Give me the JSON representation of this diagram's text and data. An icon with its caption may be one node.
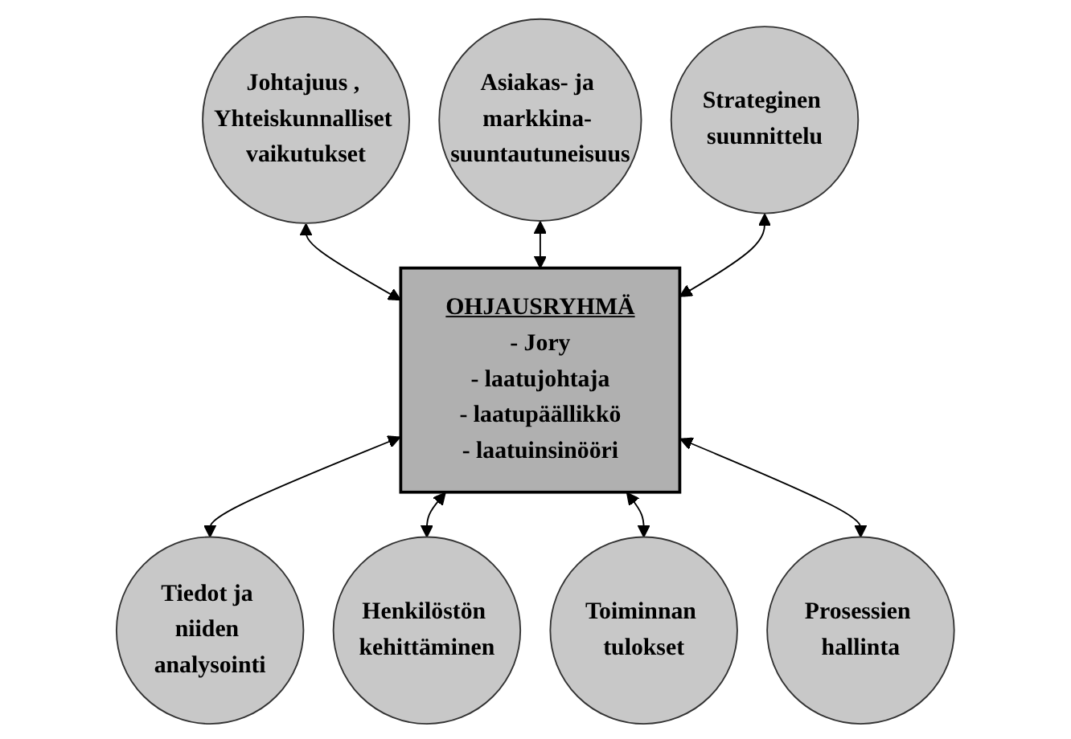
{
  "diagram": {
    "nodes": [
      {
        "text": [
          "Johtajuus , Yhteiskunnalliset vaikutukset"
        ]
      },
      {
        "text": [
          "Asiakas- ja markkina- suuntautuneisuus"
        ]
      },
      {
        "text": [
          "Strateginen suunnittelu"
        ]
      },
      {
        "text": [
          "OHJAUSRYHMÄ",
          "- Jory",
          "- laatujohtaja",
          "- laatupäällikkö",
          "- laatuinsinööri"
        ]
      },
      {
        "text": [
          "Tiedot ja niiden analysointi"
        ]
      },
      {
        "text": [
          "Henkilöstön kehittäminen"
        ]
      },
      {
        "text": [
          "Toiminnan tulokset"
        ]
      },
      {
        "text": [
          "Prosessien hallinta"
        ]
      }
    ],
    "edges": [
      {
        "from": 0,
        "to": 3,
        "arrow": "both"
      },
      {
        "from": 1,
        "to": 3,
        "arrow": "both"
      },
      {
        "from": 2,
        "to": 3,
        "arrow": "both"
      },
      {
        "from": 3,
        "to": 4,
        "arrow": "both"
      },
      {
        "from": 3,
        "to": 5,
        "arrow": "both"
      },
      {
        "from": 3,
        "to": 6,
        "arrow": "both"
      },
      {
        "from": 3,
        "to": 7,
        "arrow": "both"
      }
    ]
  }
}
